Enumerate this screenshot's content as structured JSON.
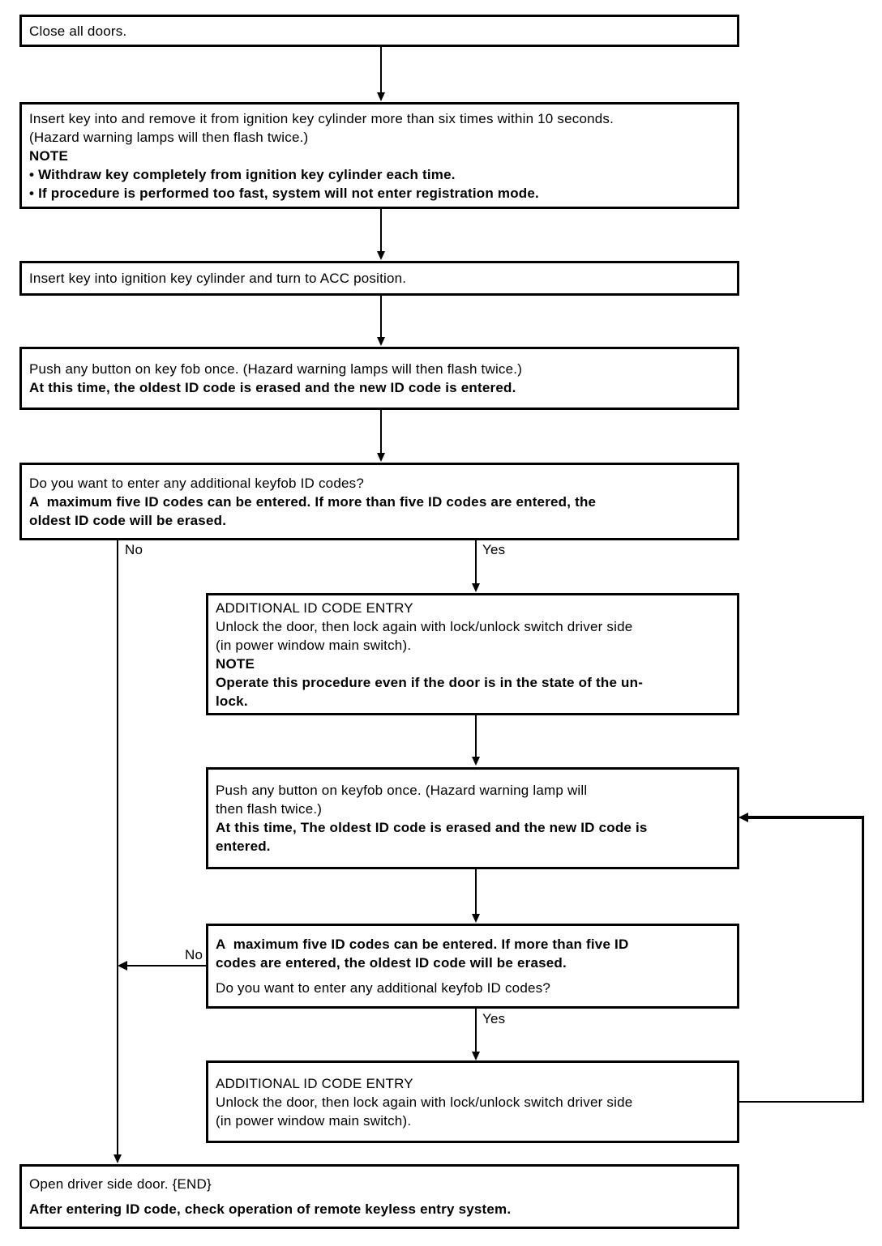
{
  "colors": {
    "background": "#ffffff",
    "line": "#000000",
    "text": "#000000"
  },
  "boxes": [
    {
      "id": "close-doors",
      "lines": [
        {
          "text": "Close all doors.",
          "bold": false
        }
      ]
    },
    {
      "id": "insert-remove-key",
      "lines": [
        {
          "text": "Insert key into and remove it from ignition key cylinder more than six times within 10 seconds.",
          "bold": false
        },
        {
          "text": "(Hazard warning lamps will then flash twice.)",
          "bold": false
        },
        {
          "text": "NOTE",
          "bold": true
        },
        {
          "text": "• Withdraw key completely from ignition key cylinder each time.",
          "bold": true
        },
        {
          "text": "• If procedure is performed too fast, system will not enter registration mode.",
          "bold": true
        }
      ]
    },
    {
      "id": "turn-to-acc",
      "lines": [
        {
          "text": "Insert key into ignition key cylinder and turn to ACC position.",
          "bold": false
        }
      ]
    },
    {
      "id": "push-key-fob-once",
      "lines": [
        {
          "text": "Push any button on key fob once. (Hazard warning lamps will then flash twice.)",
          "bold": false
        },
        {
          "text": "At this time, the oldest ID code is erased and the new ID code is entered.",
          "bold": true
        }
      ]
    },
    {
      "id": "additional-codes-question-1",
      "lines": [
        {
          "text": "Do you want to enter any additional keyfob ID codes?",
          "bold": false
        },
        {
          "text": "A  maximum five ID codes can be entered. If more than five ID codes are entered, the",
          "bold": true
        },
        {
          "text": "oldest ID code will be erased.",
          "bold": true
        }
      ]
    },
    {
      "id": "additional-id-code-entry-1",
      "lines": [
        {
          "text": "ADDITIONAL ID CODE ENTRY",
          "bold": false
        },
        {
          "text": "Unlock the door, then lock again with lock/unlock switch driver side",
          "bold": false
        },
        {
          "text": "(in power window main switch).",
          "bold": false
        },
        {
          "text": "NOTE",
          "bold": true
        },
        {
          "text": "Operate this procedure even if the door is in the state of the un-",
          "bold": true
        },
        {
          "text": "lock.",
          "bold": true
        }
      ]
    },
    {
      "id": "push-keyfob-once-loop",
      "lines": [
        {
          "text": "Push any button on keyfob once. (Hazard warning lamp will",
          "bold": false
        },
        {
          "text": "then flash twice.)",
          "bold": false
        },
        {
          "text": "At this time, The oldest ID code is erased and the new ID code is",
          "bold": true
        },
        {
          "text": "entered.",
          "bold": true
        }
      ]
    },
    {
      "id": "additional-codes-question-2",
      "lines": [
        {
          "text": "A  maximum five ID codes can be entered. If more than five ID",
          "bold": true
        },
        {
          "text": "codes are entered, the oldest ID code will be erased.",
          "bold": true
        },
        {
          "text": "Do you want to enter any additional keyfob ID codes?",
          "bold": false
        }
      ]
    },
    {
      "id": "additional-id-code-entry-2",
      "lines": [
        {
          "text": "ADDITIONAL ID CODE ENTRY",
          "bold": false
        },
        {
          "text": "Unlock the door, then lock again with lock/unlock switch driver side",
          "bold": false
        },
        {
          "text": "(in power window main switch).",
          "bold": false
        }
      ]
    },
    {
      "id": "open-door-end",
      "lines": [
        {
          "text": "Open driver side door. {END}",
          "bold": false
        },
        {
          "text": "After entering ID code, check operation of remote keyless entry system.",
          "bold": true
        }
      ]
    }
  ],
  "branch_labels": {
    "no1": "No",
    "yes1": "Yes",
    "no2": "No",
    "yes2": "Yes"
  }
}
